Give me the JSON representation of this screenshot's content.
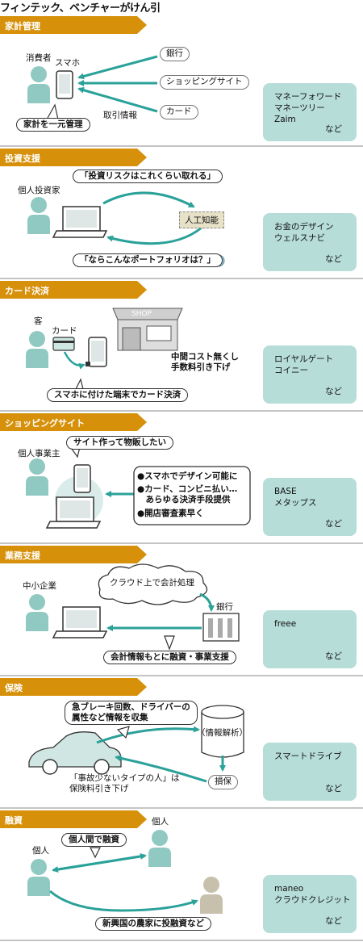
{
  "title": "フィンテック、ベンチャーがけん引",
  "colors": {
    "header": "#d6900a",
    "accent": "#2aa199",
    "person": "#8fc9c2",
    "company_bg": "#b6ddd8"
  },
  "sections": {
    "kakei": {
      "header": "家計管理",
      "consumer": "消費者",
      "smartphone": "スマホ",
      "bank": "銀行",
      "shopping": "ショッピングサイト",
      "card": "カード",
      "trade_info": "取引情報",
      "bubble": "家計を一元管理",
      "companies": "マネーフォワード\nマネーツリー\nZaim",
      "nado": "など"
    },
    "toushi": {
      "header": "投資支援",
      "investor": "個人投資家",
      "bubble_top": "「投資リスクはこれくらい取れる」",
      "ai": "人工知能",
      "bubble_bottom": "「ならこんなポートフォリオは？」",
      "companies": "お金のデザイン\nウェルスナビ",
      "nado": "など"
    },
    "card": {
      "header": "カード決済",
      "customer": "客",
      "card": "カード",
      "shop": "SHOP",
      "note": "中間コスト無くし\n手数料引き下げ",
      "bubble": "スマホに付けた端末でカード決済",
      "companies": "ロイヤルゲート\nコイニー",
      "nado": "など"
    },
    "shopping": {
      "header": "ショッピングサイト",
      "owner": "個人事業主",
      "bubble": "サイト作って物販したい",
      "list": [
        "●スマホでデザイン可能に",
        "●カード、コンビニ払い…\n　あらゆる決済手段提供",
        "●開店審査素早く"
      ],
      "companies": "BASE\nメタップス",
      "nado": "など"
    },
    "gyomu": {
      "header": "業務支援",
      "sme": "中小企業",
      "cloud": "クラウド上で会計処理",
      "bank": "銀行",
      "bubble": "会計情報もとに融資・事業支援",
      "companies": "freee",
      "nado": "など"
    },
    "hoken": {
      "header": "保険",
      "bubble": "急ブレーキ回数、ドライバーの\n属性など情報を収集",
      "analysis": "（情報解析）",
      "hoken_label": "損保",
      "discount": "「事故少ないタイプの人」は\n保険料引き下げ",
      "companies": "スマートドライブ",
      "nado": "など"
    },
    "yushi": {
      "header": "融資",
      "person_left": "個人",
      "person_right": "個人",
      "bubble": "個人間で融資",
      "bubble_bottom": "新興国の農家に投融資など",
      "companies": "maneo\nクラウドクレジット",
      "nado": "など"
    }
  }
}
